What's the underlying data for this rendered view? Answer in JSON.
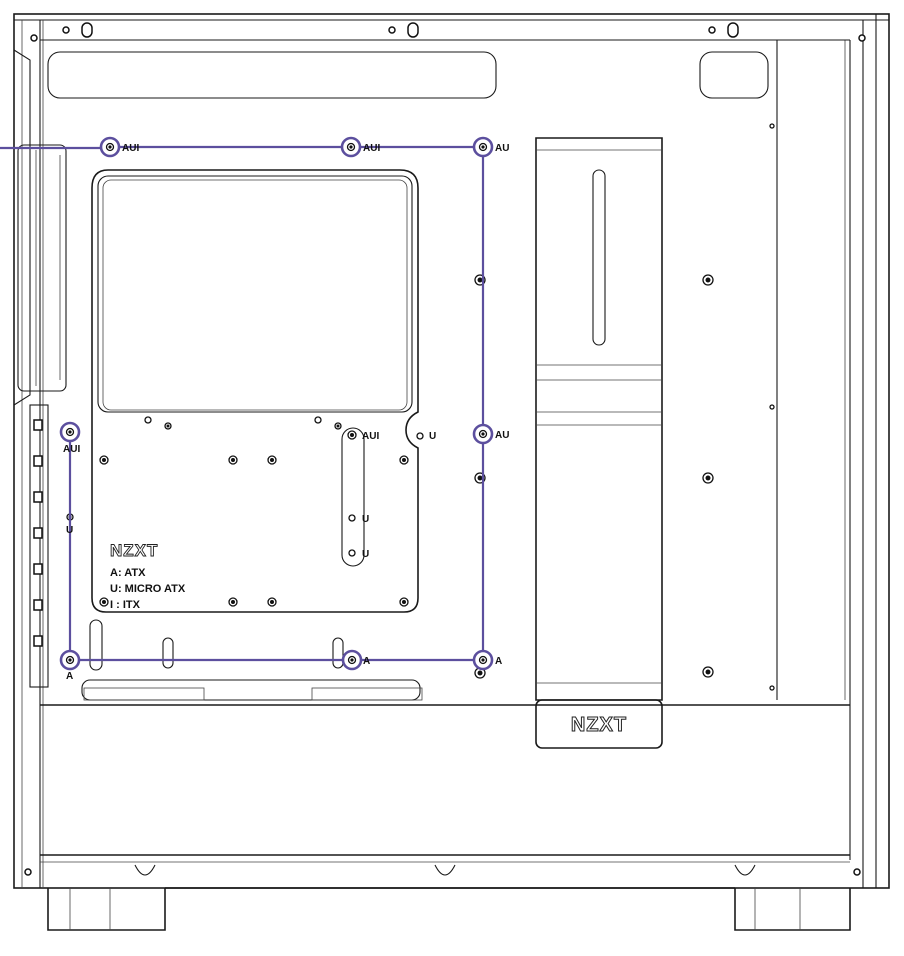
{
  "legend": {
    "brand": "NZXT",
    "atx": "A: ATX",
    "micro_atx": "U: MICRO ATX",
    "itx": "I : ITX"
  },
  "cover_brand": "NZXT",
  "standoff_labels": {
    "top_left": "AUI",
    "top_mid": "AUI",
    "top_right": "AU",
    "left_upper": "AUI",
    "left_mid": "U",
    "left_lower": "A",
    "center_upper": "AUI",
    "center_u": "U",
    "center_mid": "U",
    "center_low": "U",
    "right_mid": "AU",
    "bottom_mid": "A",
    "bottom_right": "A"
  },
  "colors": {
    "outline": "#1a1a1a",
    "mounting": "#5c4f9e",
    "background": "#ffffff"
  }
}
